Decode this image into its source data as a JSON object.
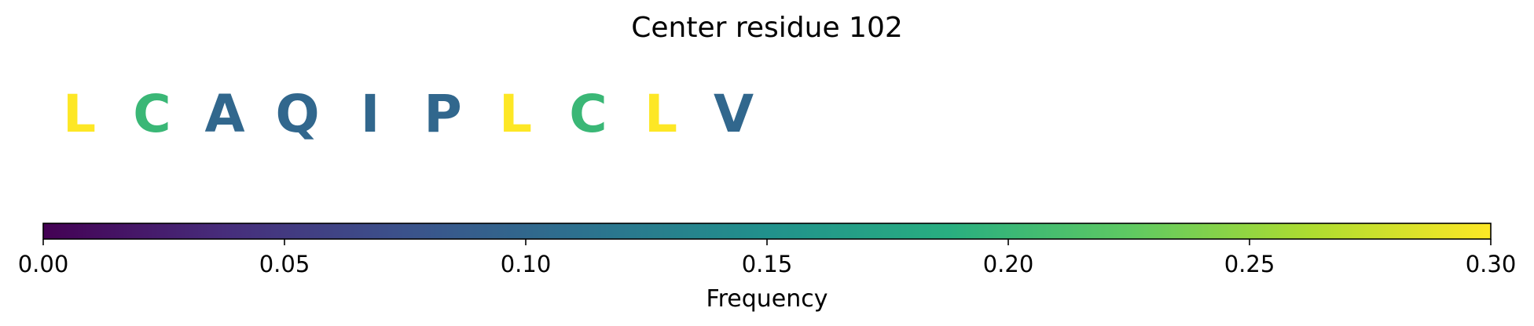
{
  "chart_data": {
    "type": "heatmap",
    "title": "Center residue 102",
    "residues": [
      {
        "letter": "L",
        "frequency": 0.3
      },
      {
        "letter": "C",
        "frequency": 0.2
      },
      {
        "letter": "A",
        "frequency": 0.1
      },
      {
        "letter": "Q",
        "frequency": 0.1
      },
      {
        "letter": "I",
        "frequency": 0.1
      },
      {
        "letter": "P",
        "frequency": 0.1
      },
      {
        "letter": "L",
        "frequency": 0.3
      },
      {
        "letter": "C",
        "frequency": 0.2
      },
      {
        "letter": "L",
        "frequency": 0.3
      },
      {
        "letter": "V",
        "frequency": 0.1
      }
    ],
    "colorbar": {
      "label": "Frequency",
      "range": [
        0,
        0.3
      ],
      "colormap": "viridis",
      "ticks": [
        0.0,
        0.05,
        0.1,
        0.15,
        0.2,
        0.25,
        0.3
      ],
      "tick_labels": [
        "0.00",
        "0.05",
        "0.10",
        "0.15",
        "0.20",
        "0.25",
        "0.30"
      ],
      "orientation": "horizontal"
    }
  }
}
